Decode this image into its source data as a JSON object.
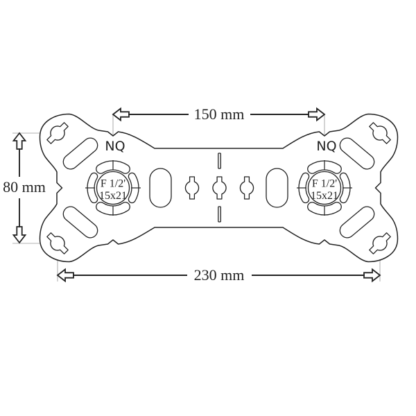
{
  "drawing": {
    "labels": {
      "dim_inner": "150 mm",
      "dim_overall": "230 mm",
      "dim_height": "80 mm"
    },
    "fixtures": [
      {
        "tag": "NQ",
        "line1": "F 1/2'",
        "line2": "15x21"
      },
      {
        "tag": "NQ",
        "line1": "F 1/2'",
        "line2": "15x21"
      }
    ],
    "colors": {
      "line": "#222222",
      "construction": "#b0b0b0",
      "background": "#ffffff"
    }
  }
}
